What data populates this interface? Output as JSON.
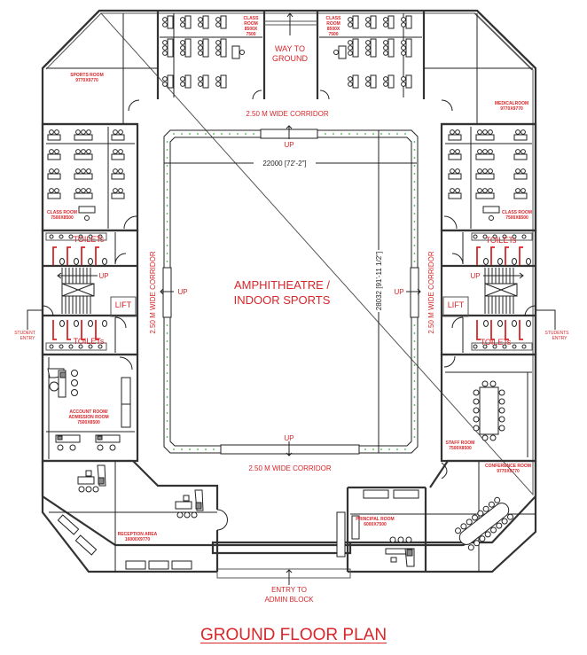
{
  "drawing": {
    "title": "GROUND FLOOR PLAN",
    "colors": {
      "label_red": "#d9262a",
      "wall": "#333333",
      "planter_green": "#3cb043",
      "background": "#ffffff"
    }
  },
  "central_hall": {
    "name_line1": "AMPHITHEATRE /",
    "name_line2": "INDOOR SPORTS",
    "width_dimension": "22000 [72'-2\"]",
    "length_dimension": "28032 [91'-11 1/2\"]",
    "up_labels": [
      "UP",
      "UP",
      "UP",
      "UP"
    ]
  },
  "corridors": {
    "top": "2.50 M WIDE CORRIDOR",
    "bottom": "2.50 M WIDE CORRIDOR",
    "left": "2.50 M WIDE CORRIDOR",
    "right": "2.50 M WIDE CORRIDOR"
  },
  "rooms": {
    "sports_room": {
      "name": "SPORTS ROOM",
      "size": "9770X9770"
    },
    "medical_room": {
      "name": "MEDICALROOM",
      "size": "9770X9770"
    },
    "class_room_top_left": {
      "name_line1": "CLASS",
      "name_line2": "ROOM",
      "size_line1": "8500X",
      "size_line2": "7500"
    },
    "class_room_top_right": {
      "name_line1": "CLASS",
      "name_line2": "ROOM",
      "size_line1": "8500X",
      "size_line2": "7500"
    },
    "class_room_left": {
      "name": "CLASS ROOM",
      "size": "7500X8500"
    },
    "class_room_right": {
      "name": "CLASS ROOM",
      "size": "7500X8500"
    },
    "account_room": {
      "name_line1": "ACCOUNT ROOM/",
      "name_line2": "ADMISSION ROOM",
      "size": "7500X8500"
    },
    "staff_room": {
      "name": "STAFF ROOM",
      "size": "7500X8500"
    },
    "conference_room": {
      "name": "CONFERENCE ROOM",
      "size": "9770X9770"
    },
    "reception_area": {
      "name": "RECEPTION AREA",
      "size": "16000X9770"
    },
    "principal_room": {
      "name": "PRINCIPAL ROOM",
      "size": "6000X7500"
    }
  },
  "core": {
    "toilets_label": "TOILETs",
    "lift_label": "LIFT",
    "stair_up": "UP"
  },
  "entries": {
    "way_to_ground_line1": "WAY TO",
    "way_to_ground_line2": "GROUND",
    "student_entry_line1": "STUDENT",
    "student_entry_line2": "ENTRY",
    "students_entry_line1": "STUDENTS",
    "students_entry_line2": "ENTRY",
    "admin_entry_line1": "ENTRY TO",
    "admin_entry_line2": "ADMIN BLOCK"
  }
}
